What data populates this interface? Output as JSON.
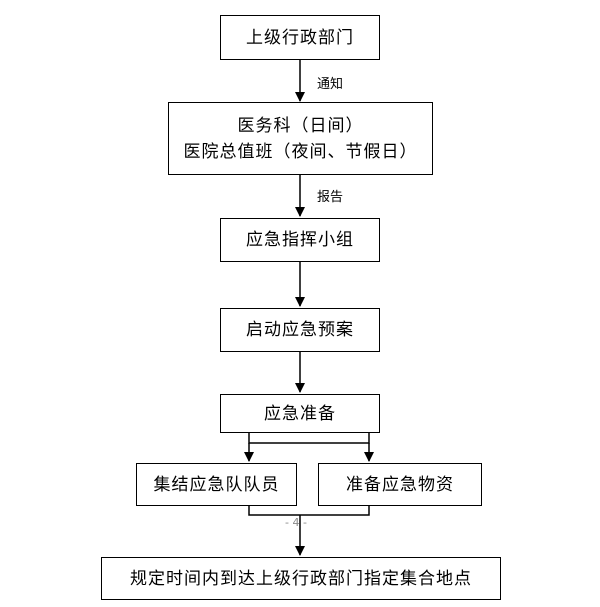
{
  "nodes": {
    "superior_dept": "上级行政部门",
    "medical_dept_line1": "医务科（日间）",
    "medical_dept_line2": "医院总值班（夜间、节假日）",
    "command_group": "应急指挥小组",
    "start_plan": "启动应急预案",
    "prepare": "应急准备",
    "assemble_team": "集结应急队队员",
    "prepare_supplies": "准备应急物资",
    "arrive_location": "规定时间内到达上级行政部门指定集合地点"
  },
  "edge_labels": {
    "notify": "通知",
    "report": "报告"
  },
  "page_number": "- 4 -"
}
